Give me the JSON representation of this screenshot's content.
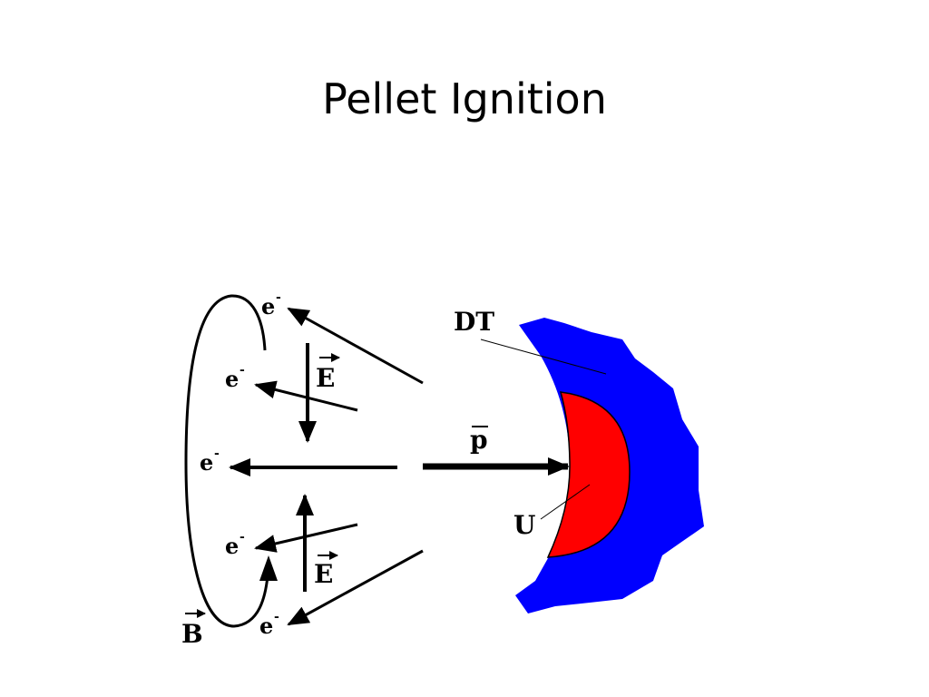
{
  "title": "Pellet Ignition",
  "labels": {
    "electron": "e",
    "electron_charge": "-",
    "field_e": "E",
    "field_b": "B",
    "momentum": "p",
    "dt": "DT",
    "u": "U"
  },
  "colors": {
    "dt_layer": "#0000ff",
    "u_core": "#ff0000",
    "ink": "#000000"
  }
}
